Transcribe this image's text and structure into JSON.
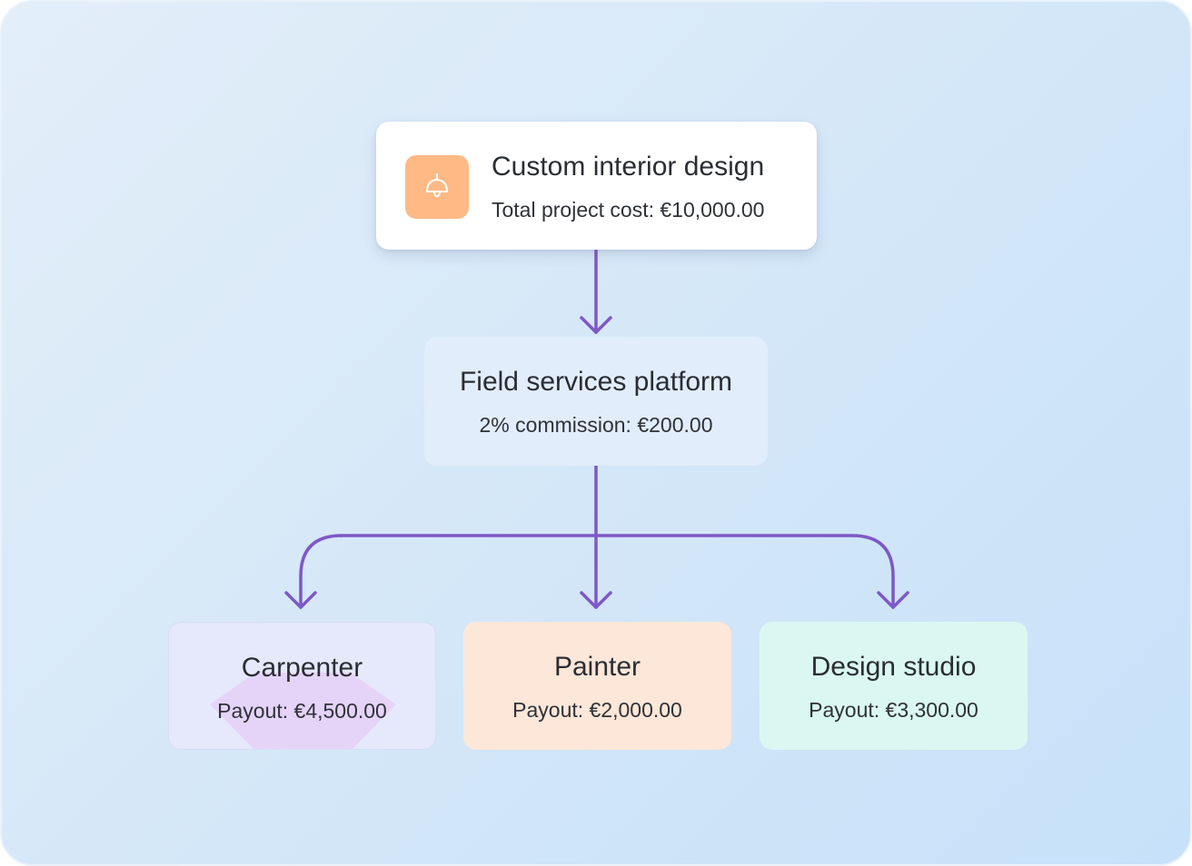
{
  "colors": {
    "connector": "#7e58c6",
    "icon_tile": "#ffb985",
    "platform_card": "#e1edfb",
    "carpenter_card": "#e5e9fb",
    "painter_card": "#fde7d8",
    "studio_card": "#daf8f1"
  },
  "project": {
    "icon": "ceiling-lamp-icon",
    "title": "Custom interior design",
    "cost": "Total project cost: €10,000.00"
  },
  "platform": {
    "title": "Field services platform",
    "commission": "2% commission: €200.00"
  },
  "payees": [
    {
      "title": "Carpenter",
      "payout": "Payout: €4,500.00"
    },
    {
      "title": "Painter",
      "payout": "Payout: €2,000.00"
    },
    {
      "title": "Design studio",
      "payout": "Payout: €3,300.00"
    }
  ]
}
